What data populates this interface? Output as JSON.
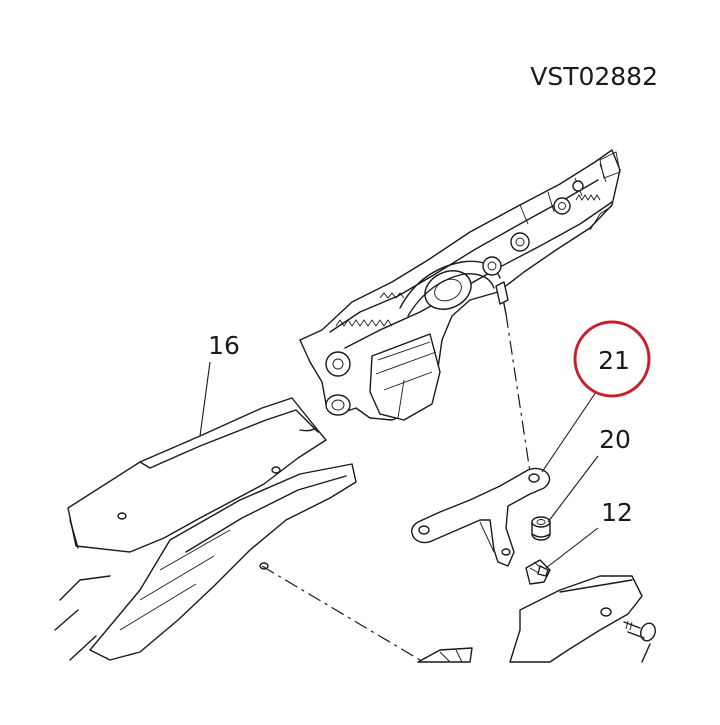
{
  "diagram": {
    "reference_code": "VST02882",
    "callouts": [
      {
        "id": "16",
        "label": "16",
        "highlighted": false
      },
      {
        "id": "21",
        "label": "21",
        "highlighted": true
      },
      {
        "id": "20",
        "label": "20",
        "highlighted": false
      },
      {
        "id": "12",
        "label": "12",
        "highlighted": false
      }
    ],
    "highlight_color": "#c8202a",
    "line_color": "#1a1a1a"
  }
}
